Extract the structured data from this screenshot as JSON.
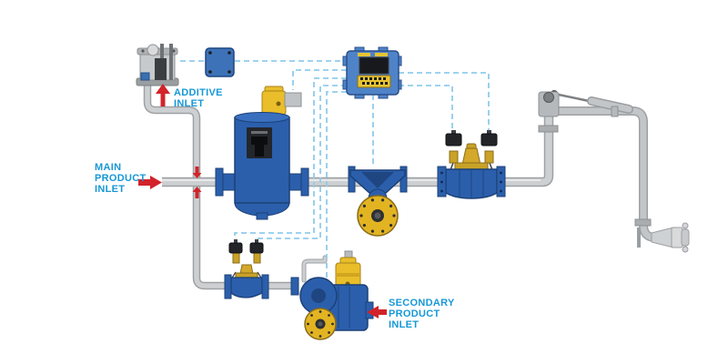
{
  "diagram": {
    "labels": {
      "additive_inlet": {
        "line1": "ADDITIVE",
        "line2": "INLET",
        "arrow_direction": "up"
      },
      "main_product_inlet": {
        "line1": "MAIN",
        "line2": "PRODUCT",
        "line3": "INLET",
        "arrow_direction": "right"
      },
      "secondary_product_inlet": {
        "line1": "SECONDARY",
        "line2": "PRODUCT",
        "line3": "INLET",
        "arrow_direction": "left"
      }
    },
    "components": [
      "additive-injector-pump",
      "junction-box",
      "batch-controller",
      "air-eliminator",
      "strainer-vessel",
      "flow-meter",
      "set-stop-control-valve",
      "loading-arm",
      "delivery-coupler",
      "secondary-set-stop-valve",
      "secondary-pump-meter"
    ],
    "colors": {
      "label_blue": "#1798D6",
      "arrow_red": "#D2232A",
      "equipment_blue": "#2B5FAC",
      "equipment_blue_dark": "#1C4076",
      "accent_yellow": "#E8BC2A",
      "brass": "#C9A227",
      "pipe_gray": "#CDD0D2",
      "signal_line_blue": "#90CBED",
      "controller_blue": "#4F83C8"
    }
  }
}
